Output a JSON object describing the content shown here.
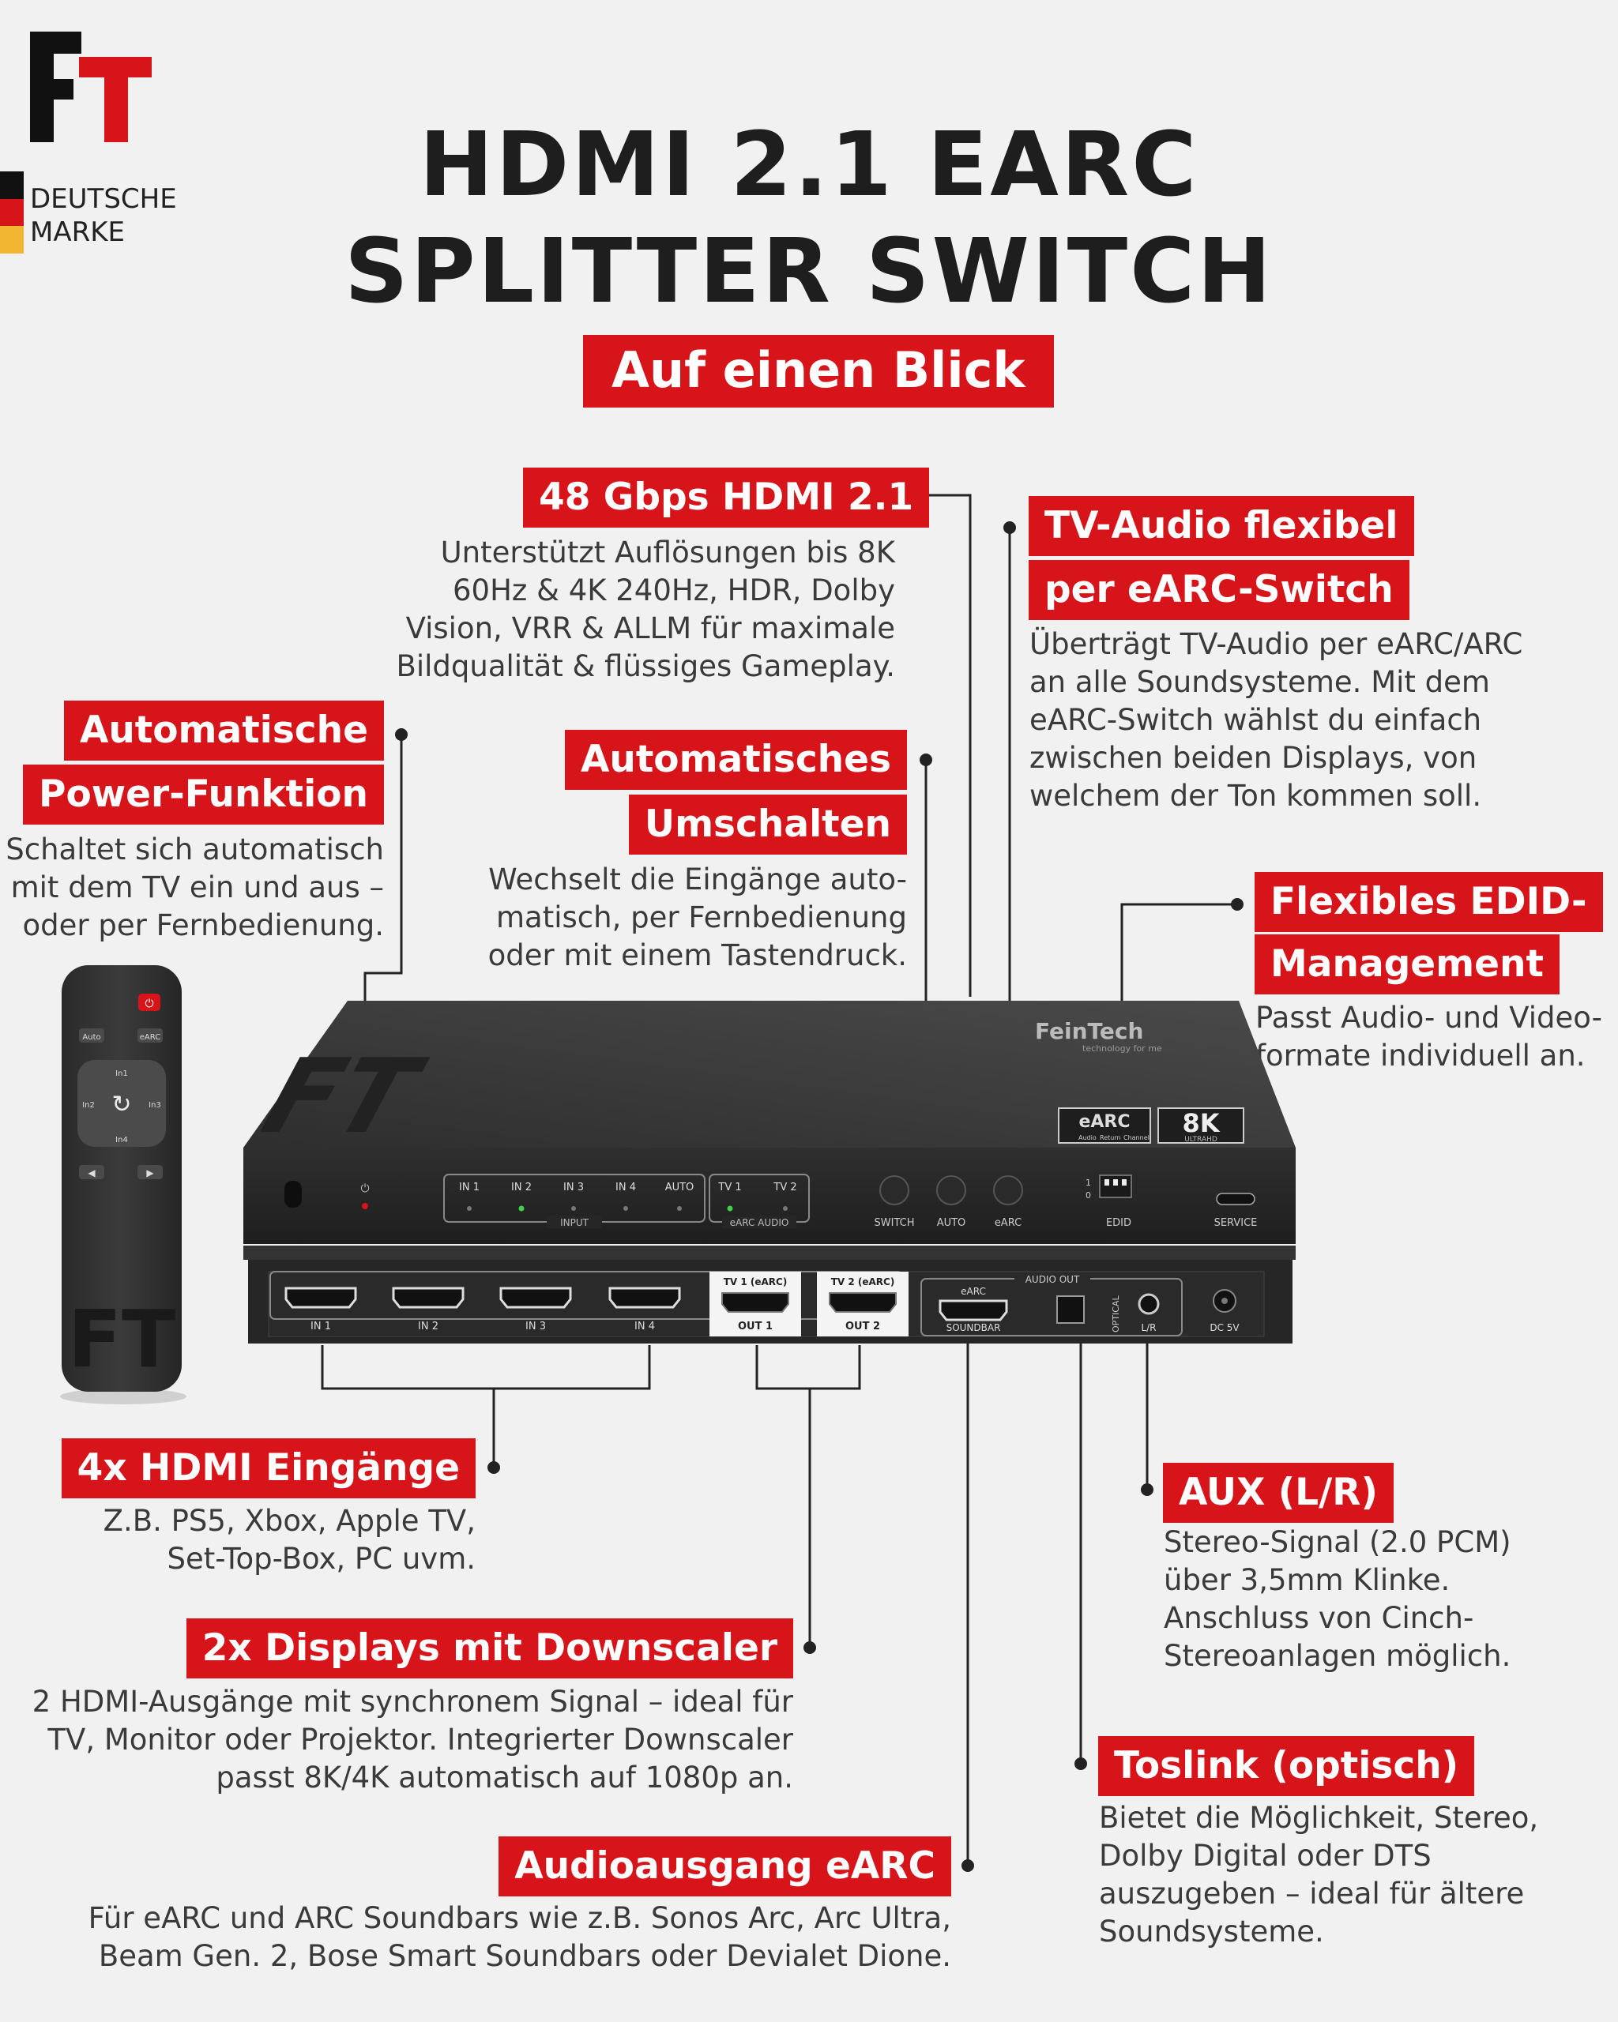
{
  "brand": {
    "logo_text": "FT",
    "tagline_1": "DEUTSCHE",
    "tagline_2": "MARKE",
    "colors": {
      "red": "#d7141a",
      "black": "#111111",
      "gold": "#f2b632"
    }
  },
  "heading": {
    "line1": "HDMI 2.1 EARC",
    "line2": "SPLITTER SWITCH",
    "badge": "Auf einen Blick"
  },
  "features": {
    "hdmi21": {
      "title": "48 Gbps HDMI 2.1",
      "desc": [
        "Unterstützt Auflösungen bis 8K",
        "60Hz & 4K 240Hz, HDR, Dolby",
        "Vision, VRR & ALLM für maximale",
        "Bildqualität & flüssiges Gameplay."
      ]
    },
    "tv_audio": {
      "title": [
        "TV-Audio flexibel",
        "per eARC-Switch"
      ],
      "desc": [
        "Überträgt TV-Audio per eARC/ARC",
        "an alle Soundsysteme. Mit dem",
        "eARC-Switch wählst du einfach",
        "zwischen beiden Displays, von",
        "welchem der Ton kommen soll."
      ]
    },
    "power": {
      "title": [
        "Automatische",
        "Power-Funktion"
      ],
      "desc": [
        "Schaltet sich automatisch",
        "mit dem TV ein und aus –",
        "oder per Fernbedienung."
      ]
    },
    "auto_switch": {
      "title": [
        "Automatisches",
        "Umschalten"
      ],
      "desc": [
        "Wechselt die Eingänge auto-",
        "matisch, per Fernbedienung",
        "oder mit einem Tastendruck."
      ]
    },
    "edid": {
      "title": [
        "Flexibles EDID-",
        "Management"
      ],
      "desc": [
        "Passt Audio- und Video-",
        "formate individuell an."
      ]
    },
    "hdmi_inputs": {
      "title": "4x HDMI Eingänge",
      "desc": [
        "Z.B.  PS5, Xbox, Apple TV,",
        "Set-Top-Box, PC uvm."
      ]
    },
    "displays": {
      "title": "2x Displays mit Downscaler",
      "desc": [
        "2 HDMI-Ausgänge mit synchronem Signal – ideal für",
        "TV, Monitor oder Projektor. Integrierter Downscaler",
        "passt 8K/4K automatisch auf 1080p an."
      ]
    },
    "earc_out": {
      "title": "Audioausgang eARC",
      "desc": [
        "Für eARC und ARC Soundbars wie z.B. Sonos Arc, Arc Ultra,",
        "Beam Gen. 2, Bose Smart Soundbars oder Devialet Dione."
      ]
    },
    "aux": {
      "title": "AUX (L/R)",
      "desc": [
        "Stereo-Signal (2.0 PCM)",
        "über 3,5mm Klinke.",
        "Anschluss von Cinch-",
        "Stereoanlagen möglich."
      ]
    },
    "toslink": {
      "title": "Toslink (optisch)",
      "desc": [
        "Bietet die Möglichkeit, Stereo,",
        "Dolby Digital oder DTS",
        "auszugeben – ideal für ältere",
        "Soundsysteme."
      ]
    }
  },
  "device": {
    "brand_label": "FeinTech",
    "brand_sub": "technology for me",
    "badge_earc": "eARC",
    "badge_earc_sub": [
      "Audio",
      "Return",
      "Channel"
    ],
    "badge_8k": "8K",
    "badge_8k_sub": "ULTRAHD",
    "front": {
      "inputs": [
        "IN 1",
        "IN 2",
        "IN 3",
        "IN 4",
        "AUTO"
      ],
      "input_group": "INPUT",
      "tv": [
        "TV 1",
        "TV 2"
      ],
      "tv_group": "eARC AUDIO",
      "buttons": [
        "SWITCH",
        "AUTO",
        "eARC"
      ],
      "edid_label": "EDID",
      "edid_pos": [
        "1",
        "0"
      ],
      "service_label": "SERVICE",
      "power_symbol": "⏻"
    },
    "back": {
      "ports_in": [
        "IN 1",
        "IN 2",
        "IN 3",
        "IN 4"
      ],
      "ports_out": [
        {
          "top": "TV 1 (eARC)",
          "bottom": "OUT 1"
        },
        {
          "top": "TV 2 (eARC)",
          "bottom": "OUT 2"
        }
      ],
      "earc_top": "eARC",
      "soundbar": "SOUNDBAR",
      "audio_out": "AUDIO OUT",
      "optical": "OPTICAL",
      "lr": "L/R",
      "dc": "DC 5V"
    }
  },
  "remote": {
    "power_symbol": "⏻",
    "auto": "Auto",
    "earc": "eARC",
    "in1": "In1",
    "in2": "In2",
    "in3": "In3",
    "in4": "In4",
    "center_symbol": "↻",
    "left_symbol": "◀",
    "right_symbol": "▶",
    "logo": "FT"
  }
}
